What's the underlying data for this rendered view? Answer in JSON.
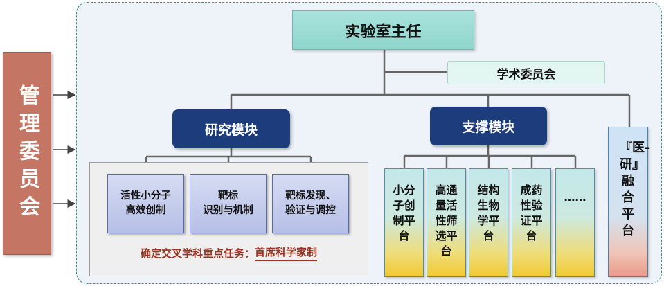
{
  "management": {
    "label": "管理委员会"
  },
  "director": {
    "label": "实验室主任"
  },
  "academic_committee": {
    "label": "学术委员会"
  },
  "research_module": {
    "label": "研究模块",
    "boxes": [
      {
        "line1": "活性小分子",
        "line2": "高效创制"
      },
      {
        "line1": "靶标",
        "line2": "识别与机制"
      },
      {
        "line1": "靶标发现、",
        "line2": "验证与调控"
      }
    ],
    "task_prefix": "确定交叉学科重点任务：",
    "task_highlight": "首席科学家制"
  },
  "support_module": {
    "label": "支撑模块",
    "platforms": [
      "小分子创制平台",
      "高通量活性筛选平台",
      "结构生物学平台",
      "成药性验证平台",
      "……"
    ]
  },
  "fusion_platform": {
    "label": "『医-研』融合平台"
  },
  "colors": {
    "management": "#c47563",
    "director": "#8fd6cc",
    "module": "#1d3c7c",
    "task_text": "#9b3322",
    "frame_border": "#2f8f83"
  }
}
